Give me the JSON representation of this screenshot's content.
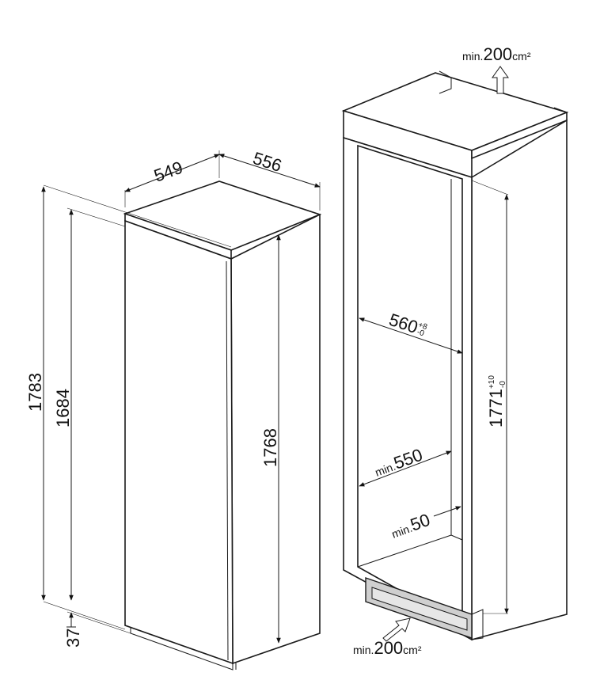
{
  "appliance": {
    "width": "549",
    "depth": "556",
    "total_height": "1783",
    "door_height": "1684",
    "side_height": "1768",
    "plinth": "37"
  },
  "niche": {
    "width": "560",
    "width_tol_plus": "+8",
    "width_tol_minus": "-0",
    "height": "1771",
    "height_tol_plus": "+10",
    "height_tol_minus": "-0",
    "min_depth_prefix": "min.",
    "min_depth": "550",
    "min_gap_prefix": "min.",
    "min_gap": "50"
  },
  "ventilation": {
    "top_prefix": "min.",
    "top_value": "200",
    "top_unit": "cm²",
    "bottom_prefix": "min.",
    "bottom_value": "200",
    "bottom_unit": "cm²"
  }
}
